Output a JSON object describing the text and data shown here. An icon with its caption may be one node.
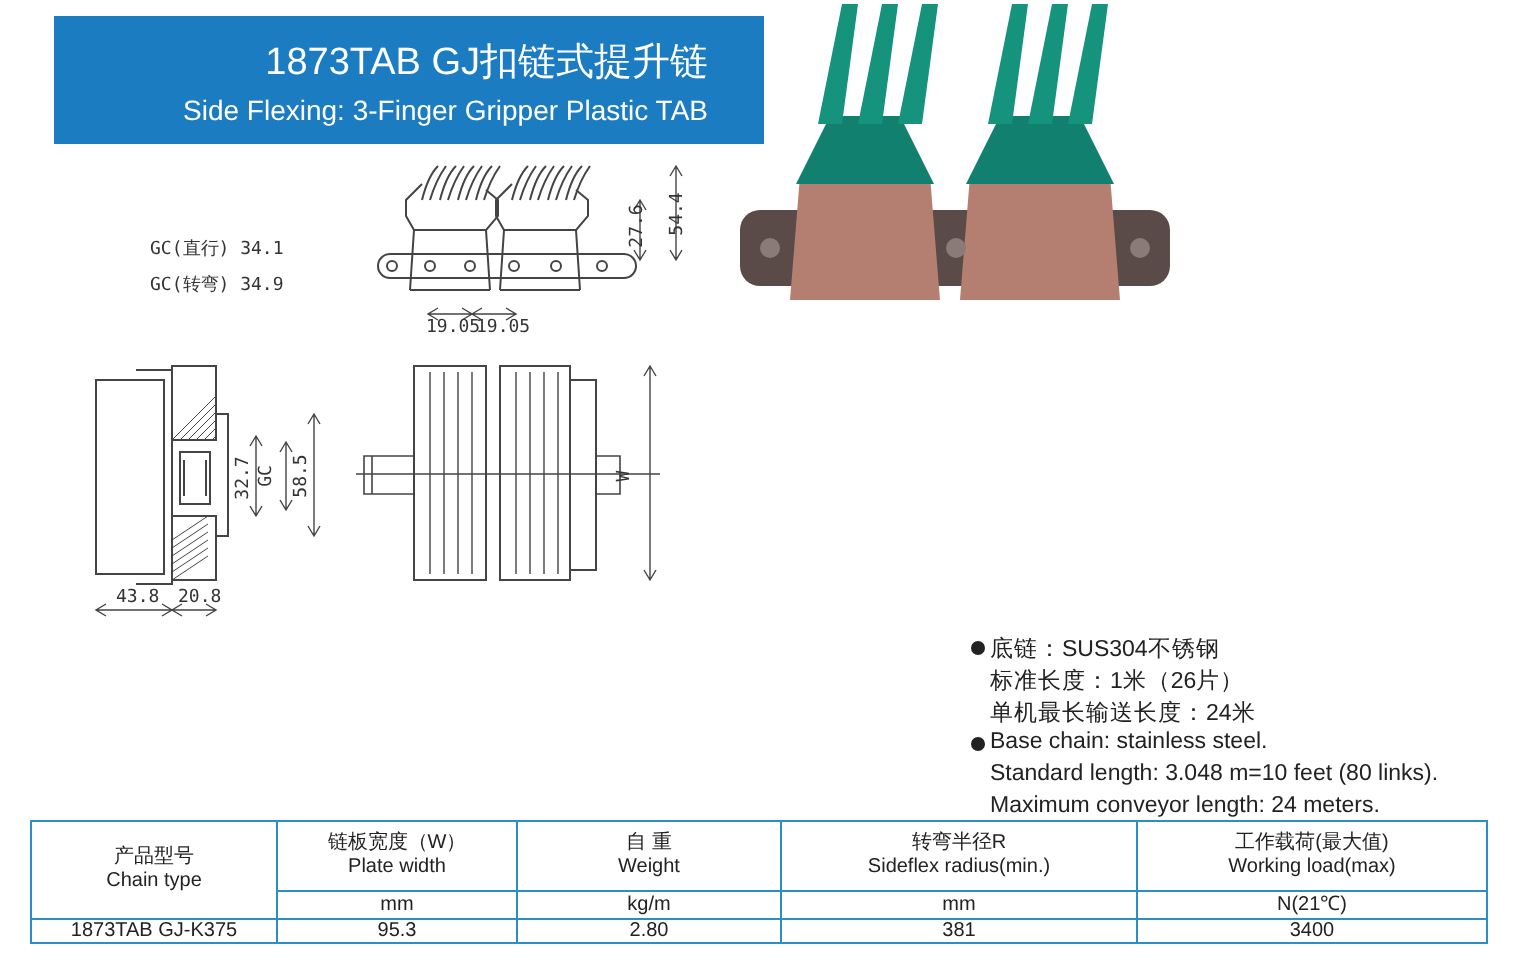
{
  "diagram": {
    "title": "1873TAB GJ扣链式提升链",
    "labels": [
      "Side Flexing: 3-Finger Gripper Plastic TAB",
      "GC(直行) 34.1",
      "GC(转弯) 34.9",
      "27.6",
      "54.4",
      "19.05",
      "19.05",
      "32.7",
      "GC",
      "58.5",
      "W",
      "43.8",
      "20.8",
      "底链：SUS304不锈钢",
      "标准长度：1米（26片）",
      "单机最长输送长度：24米",
      "Base chain: stainless steel.",
      "Standard length: 3.048 m=10 feet (80 links).",
      "Maximum conveyor length: 24 meters.",
      "产品型号",
      "Chain type",
      "链板宽度（W）",
      "Plate width",
      "自 重",
      "Weight",
      "转弯半径R",
      "Sideflex radius(min.)",
      "工作载荷(最大值)",
      "Working load(max)",
      "mm",
      "kg/m",
      "mm",
      "N(21℃)",
      "1873TAB GJ-K375",
      "95.3",
      "2.80",
      "381",
      "3400"
    ]
  }
}
